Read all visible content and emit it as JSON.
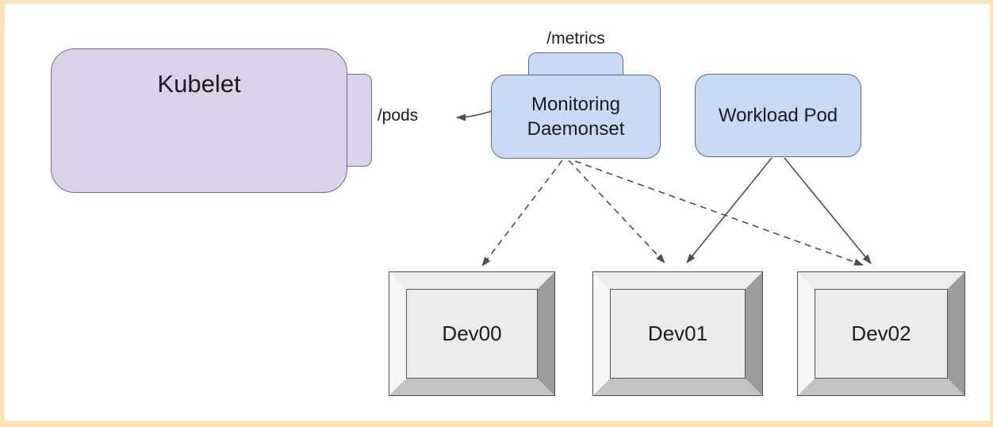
{
  "nodes": {
    "kubelet": {
      "label": "Kubelet",
      "fill": "#d9d2e9"
    },
    "pods_endpoint": {
      "label": "/pods"
    },
    "metrics_endpoint": {
      "label": "/metrics"
    },
    "monitoring_daemonset": {
      "label": "Monitoring Daemonset",
      "fill": "#c9daf8"
    },
    "workload_pod": {
      "label": "Workload Pod",
      "fill": "#c9daf8"
    },
    "devices": [
      {
        "label": "Dev00"
      },
      {
        "label": "Dev01"
      },
      {
        "label": "Dev02"
      }
    ]
  },
  "edges": [
    {
      "from": "monitoring_daemonset",
      "to": "pods_endpoint",
      "style": "solid-arrow-left"
    },
    {
      "from": "monitoring_daemonset",
      "to": "dev00",
      "style": "dashed"
    },
    {
      "from": "monitoring_daemonset",
      "to": "dev01",
      "style": "dashed"
    },
    {
      "from": "monitoring_daemonset",
      "to": "dev02",
      "style": "dashed"
    },
    {
      "from": "workload_pod",
      "to": "dev01",
      "style": "solid"
    },
    {
      "from": "workload_pod",
      "to": "dev02",
      "style": "solid"
    }
  ],
  "colors": {
    "frame_border": "#fbe5b6",
    "lavender_fill": "#d9d2e9",
    "blue_fill": "#c9daf8",
    "arrow": "#4d4d4d",
    "device_face": "#ebebeb",
    "device_bevel_dark": "#9b9b9b",
    "device_bevel_light": "#f6f6f6"
  }
}
